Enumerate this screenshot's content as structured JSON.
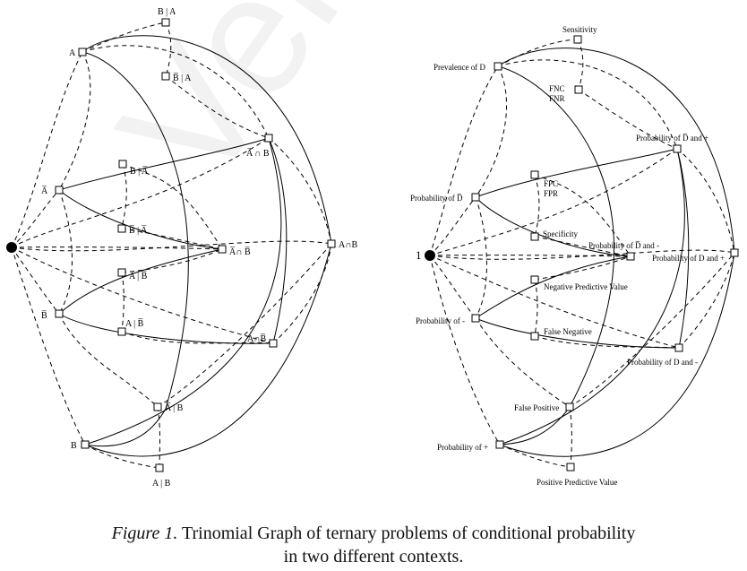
{
  "caption": {
    "figure_label": "Figure 1.",
    "line1_rest": " Trinomial Graph of ternary problems of conditional probability",
    "line2": "in two different contexts."
  },
  "watermark": "Versión Clar",
  "left_graph": {
    "labels": {
      "B|A": "B | A",
      "A": "A",
      "Bbar|A": "B̅ | A",
      "B|Abar": "B | A̅",
      "Abar": "A̅",
      "Abar∩B": "A̅ ∩ B",
      "Bbar|Abar": "B̅ | A̅",
      "Abar∩Bbar": "A̅∩ B̅",
      "A∩B": "A∩B",
      "Abar|Bbar": "A̅ | B̅",
      "Bbar": "B̅",
      "A|Bbar": "A | B̅",
      "A∩Bbar": "A∩B̅",
      "Abar|B": "A̅ | B",
      "B": "B",
      "A|B": "A | B"
    }
  },
  "right_graph": {
    "labels": {
      "root": "1",
      "sensitivity": "Sensitivity",
      "prevalence": "Prevalence of D",
      "fnc": "FNC",
      "fnr": "FNR",
      "pdbar_plus": "Probability of D̅ and +",
      "pdbar": "Probability of D̅",
      "fpc": "FPC",
      "fpr": "FPR",
      "specificity": "Specificity",
      "pdbar_minus": "Probability of D̅ and -",
      "pd_plus": "Probability of D and +",
      "npv": "Negative Predictive Value",
      "pminus": "Probability of -",
      "false_negative": "False Negative",
      "pd_minus": "Probability of D and -",
      "false_positive": "False Positive",
      "pplus": "Probability of +",
      "ppv": "Positive Predictive Value"
    }
  }
}
